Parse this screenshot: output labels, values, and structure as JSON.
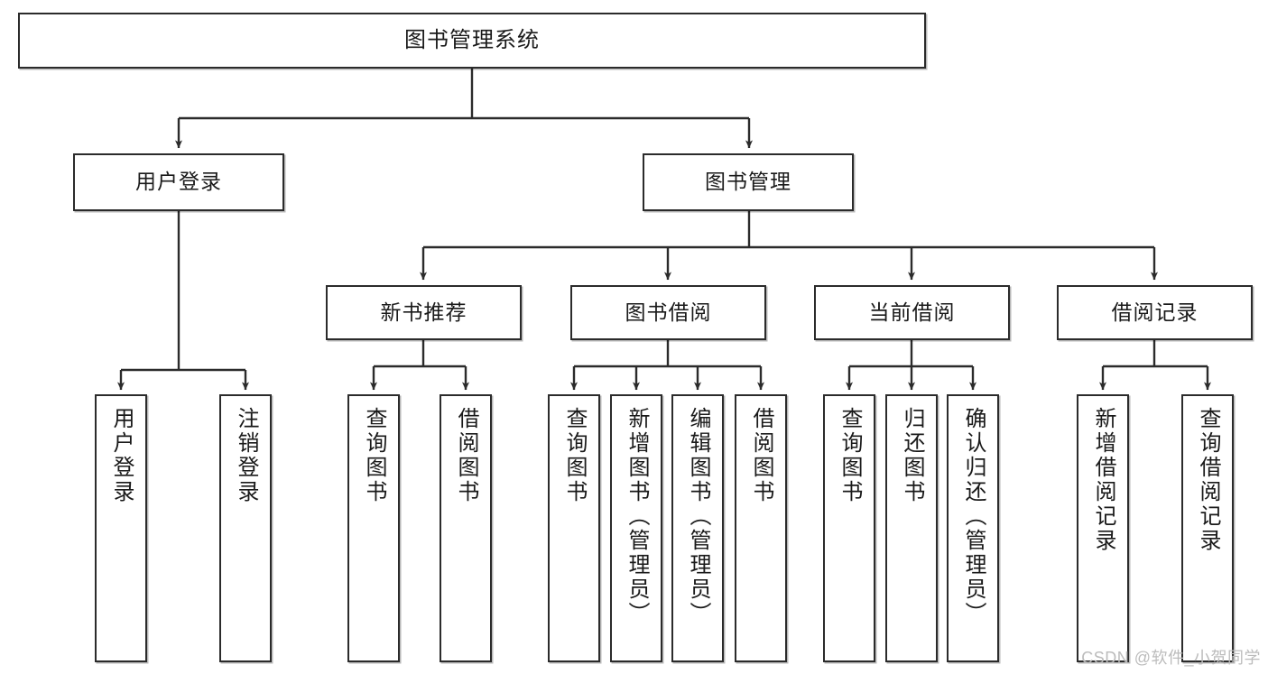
{
  "diagram": {
    "title": "图书管理系统",
    "type": "tree-hierarchy-chart",
    "watermark": "CSDN @软件_小贺同学",
    "colors": {
      "box_border": "#2b2b2b",
      "box_fill": "#ffffff",
      "edge": "#2b2b2b",
      "text": "#1a1a1a",
      "watermark": "#bcbcbc"
    }
  },
  "nodes": {
    "root": {
      "label": "图书管理系统"
    },
    "level2": [
      {
        "id": "user-login",
        "label": "用户登录"
      },
      {
        "id": "book-manage",
        "label": "图书管理"
      }
    ],
    "level3": [
      {
        "id": "new-book-recommend",
        "label": "新书推荐"
      },
      {
        "id": "book-borrow",
        "label": "图书借阅"
      },
      {
        "id": "current-borrow",
        "label": "当前借阅"
      },
      {
        "id": "borrow-record",
        "label": "借阅记录"
      }
    ],
    "leaves": {
      "user_login": [
        {
          "id": "leaf-user-login",
          "label": "用户登录"
        },
        {
          "id": "leaf-logout-login",
          "label": "注销登录"
        }
      ],
      "new_book_recommend": [
        {
          "id": "leaf-query-book-1",
          "label": "查询图书"
        },
        {
          "id": "leaf-borrow-book-1",
          "label": "借阅图书"
        }
      ],
      "book_borrow": [
        {
          "id": "leaf-query-book-2",
          "label": "查询图书"
        },
        {
          "id": "leaf-add-book",
          "label": "新增图书（管理员）"
        },
        {
          "id": "leaf-edit-book",
          "label": "编辑图书（管理员）"
        },
        {
          "id": "leaf-borrow-book-2",
          "label": "借阅图书"
        }
      ],
      "current_borrow": [
        {
          "id": "leaf-query-book-3",
          "label": "查询图书"
        },
        {
          "id": "leaf-return-book",
          "label": "归还图书"
        },
        {
          "id": "leaf-confirm-return",
          "label": "确认归还（管理员）"
        }
      ],
      "borrow_record": [
        {
          "id": "leaf-add-borrow-record",
          "label": "新增借阅记录"
        },
        {
          "id": "leaf-query-borrow-record",
          "label": "查询借阅记录"
        }
      ]
    }
  }
}
